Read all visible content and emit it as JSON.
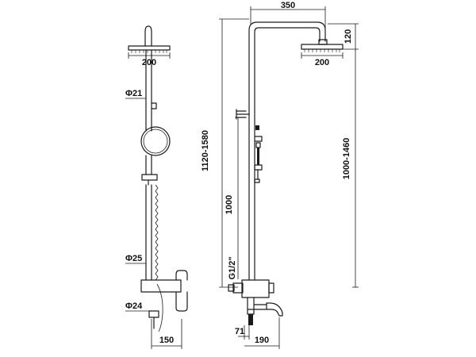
{
  "labels": {
    "side_head_width": "200",
    "side_pipe_dia": "Φ21",
    "side_lower_dia": "Φ25",
    "side_handle_dia": "Φ24",
    "side_base_width": "150",
    "height_range": "1120-1580",
    "front_arm_width": "350",
    "front_arm_height": "120",
    "front_head_width": "200",
    "front_drop_range": "1000-1460",
    "front_column_height": "1000",
    "front_thread": "G1/2\"",
    "front_offset": "71",
    "front_spout_width": "190"
  },
  "colors": {
    "line": "#1a1a1a",
    "background": "#ffffff"
  }
}
